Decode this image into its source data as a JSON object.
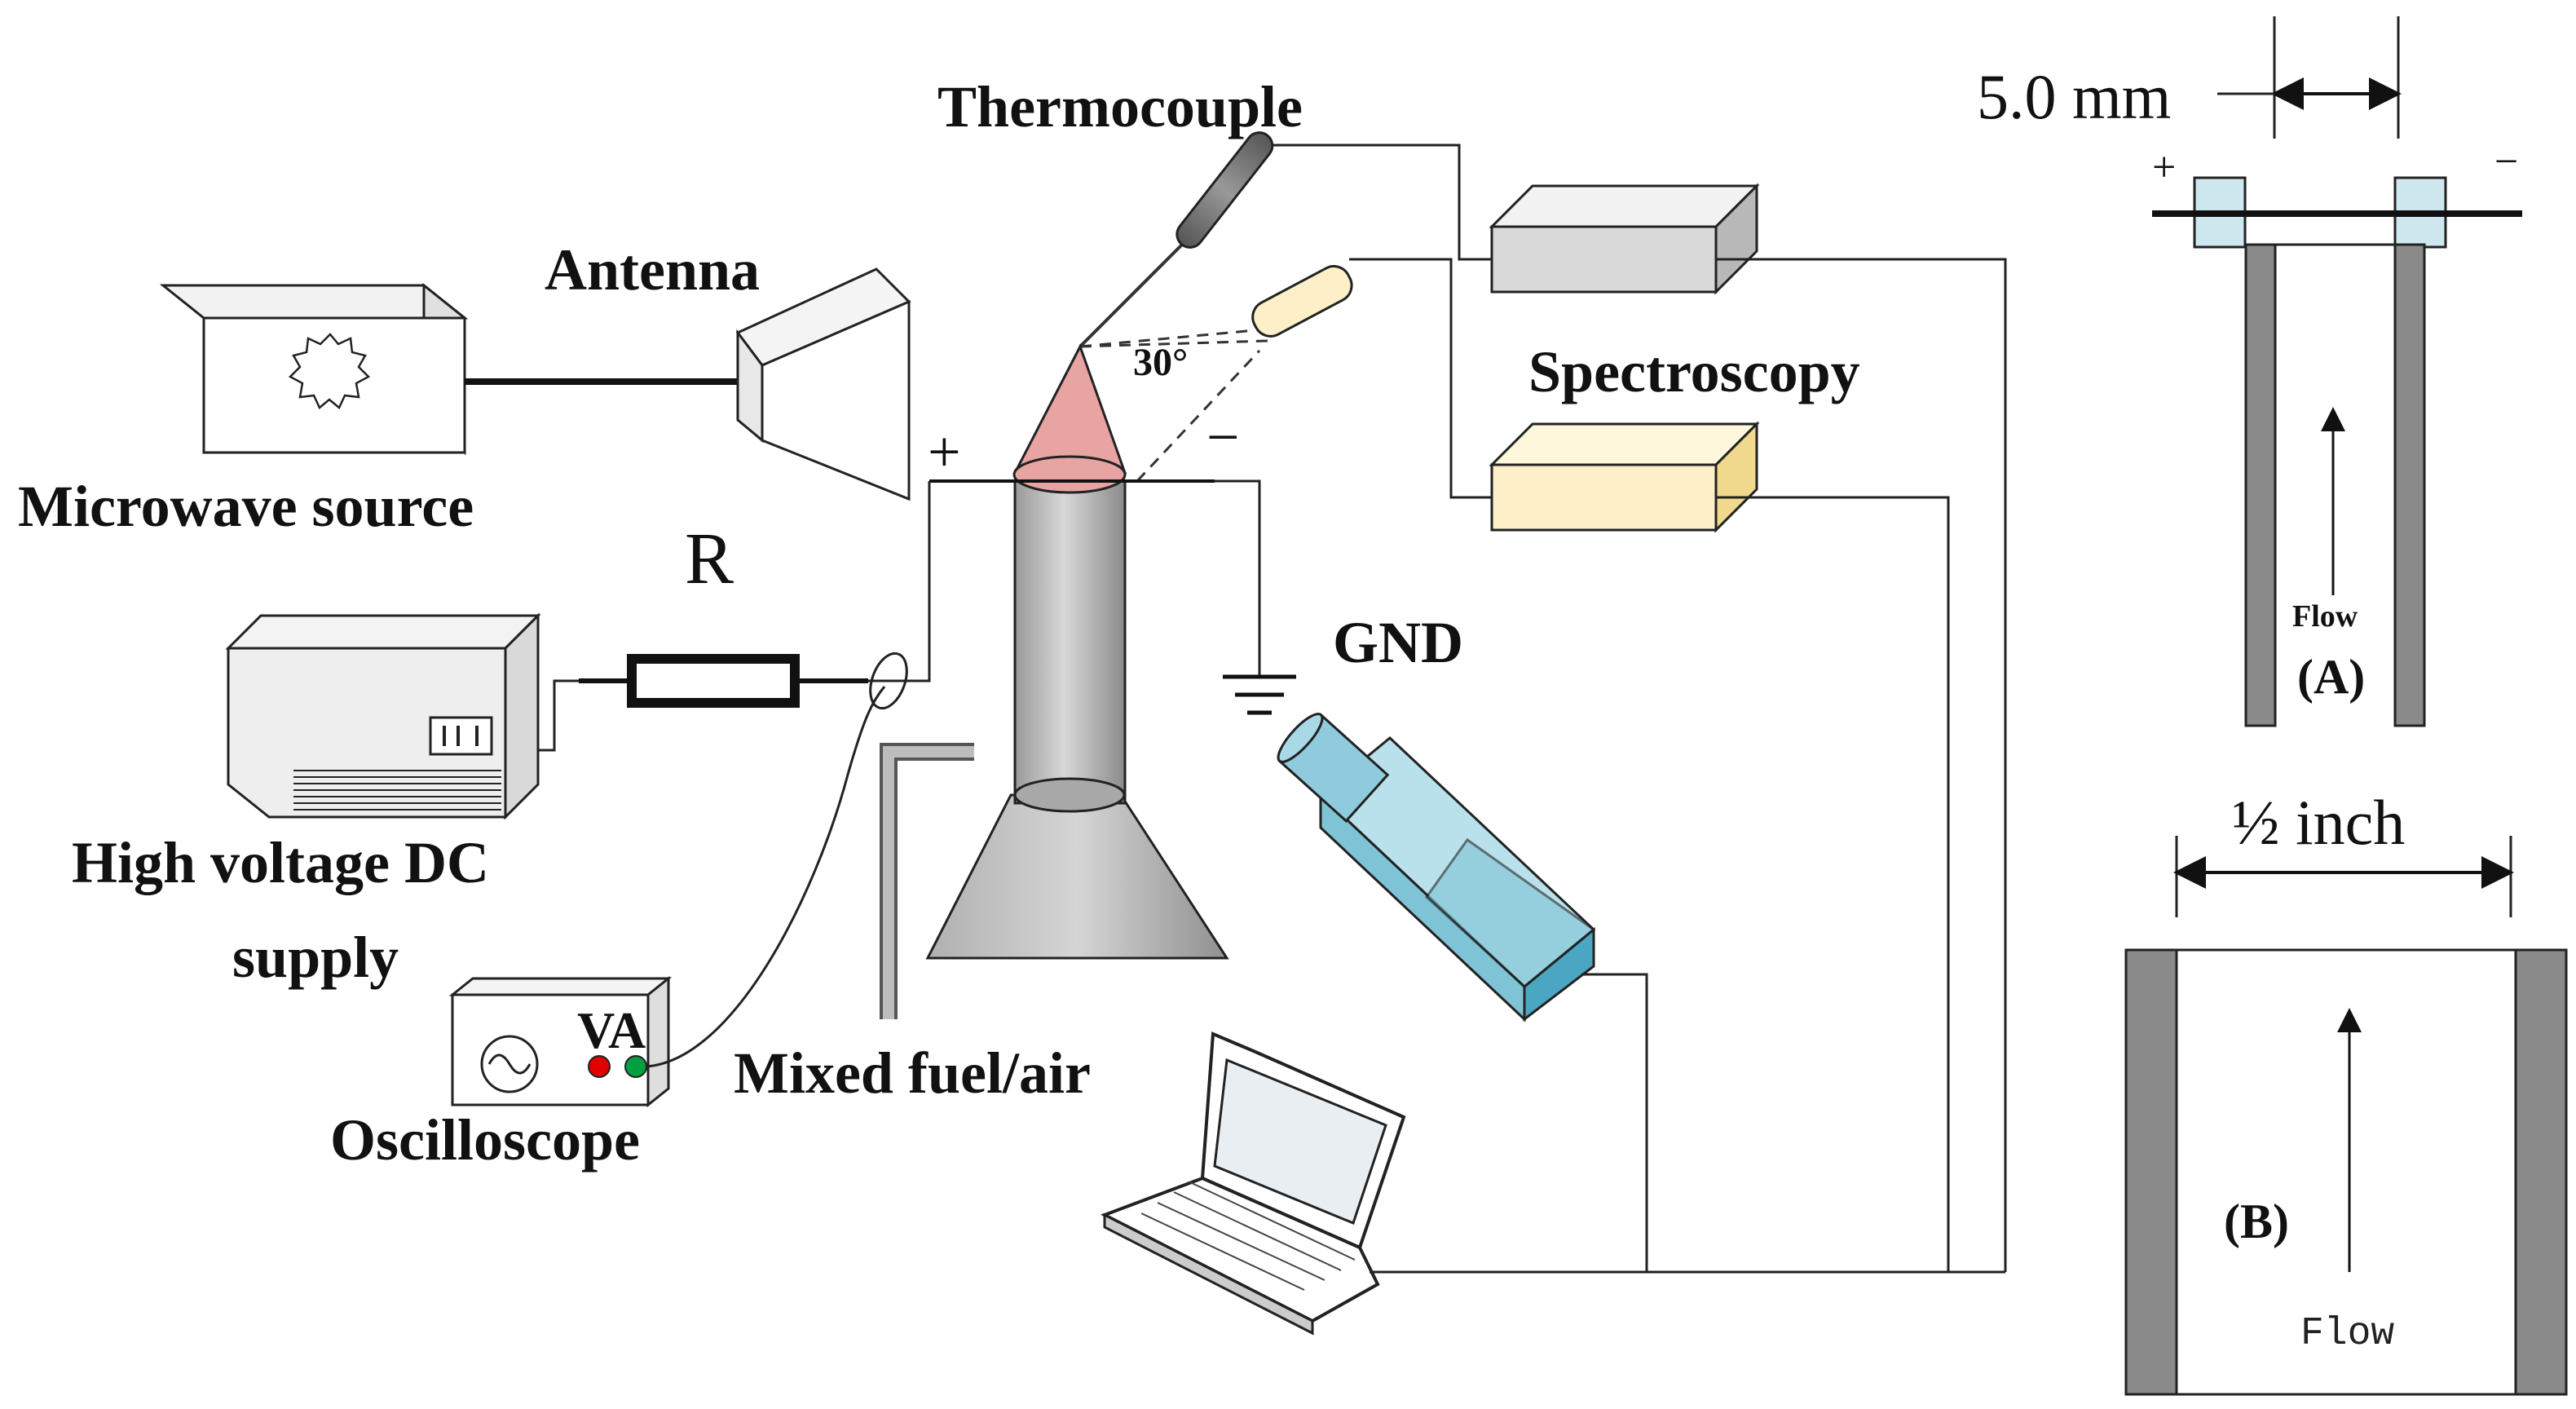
{
  "labels": {
    "thermocouple": "Thermocouple",
    "antenna": "Antenna",
    "spectroscopy": "Spectroscopy",
    "microwave_source": "Microwave source",
    "resistor": "R",
    "gnd": "GND",
    "hv_supply_line1": "High voltage DC",
    "hv_supply_line2": "supply",
    "oscilloscope": "Oscilloscope",
    "oscilloscope_va": "VA",
    "mixed_fuel_air": "Mixed fuel/air",
    "angle": "30°",
    "plus": "+",
    "minus": "−"
  },
  "inset_a": {
    "dimension": "5.0 mm",
    "plus": "+",
    "minus": "−",
    "flow": "Flow",
    "tag": "(A)"
  },
  "inset_b": {
    "dimension": "½ inch",
    "flow": "Flow",
    "tag": "(B)"
  },
  "colors": {
    "flame": "#e8a3a3",
    "burner": "#b5b5b5",
    "camera": "#7fc4d6",
    "spectroscopy_box": "#fdf0c8",
    "thermocouple_box": "#d9d9d9",
    "electrode_cap": "#cfe8f0",
    "oscilloscope_red": "#e00000",
    "oscilloscope_green": "#00a040"
  }
}
